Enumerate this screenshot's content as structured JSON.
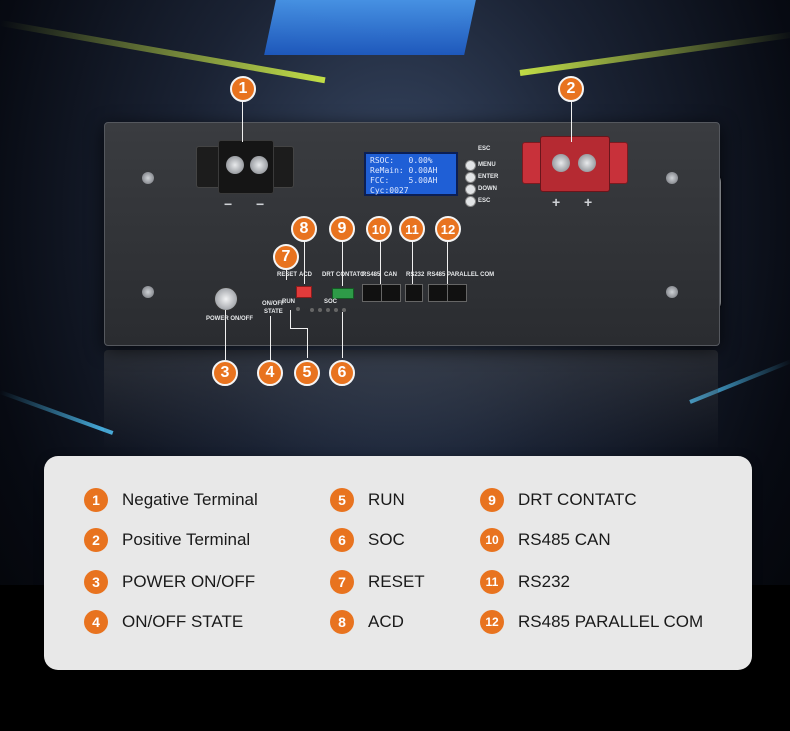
{
  "device": {
    "lcd_lines": [
      "RSOC:   0.00%",
      "ReMain: 0.00AH",
      "FCC:    5.00AH",
      "Cyc:0027"
    ],
    "side_buttons": [
      "MENU",
      "ENTER",
      "DOWN",
      "ESC"
    ],
    "esc_top_label": "ESC",
    "negative_signs": [
      "−",
      "−"
    ],
    "positive_signs": [
      "+",
      "+"
    ],
    "panel_labels": {
      "reset": "RESET",
      "acd": "ACD",
      "run": "RUN",
      "drt": "DRT CONTATC",
      "rs485": "RS485",
      "can": "CAN",
      "rs232": "RS232",
      "parallel": "RS485 PARALLEL COM",
      "power": "POWER ON/OFF",
      "onoff_state_1": "ON/OFF",
      "onoff_state_2": "STATE",
      "soc": "SOC"
    }
  },
  "badges": [
    "1",
    "2",
    "3",
    "4",
    "5",
    "6",
    "7",
    "8",
    "9",
    "10",
    "11",
    "12"
  ],
  "legend": [
    {
      "num": "1",
      "label": "Negative Terminal"
    },
    {
      "num": "2",
      "label": "Positive Terminal"
    },
    {
      "num": "3",
      "label": "POWER ON/OFF"
    },
    {
      "num": "4",
      "label": "ON/OFF STATE"
    },
    {
      "num": "5",
      "label": "RUN"
    },
    {
      "num": "6",
      "label": "SOC"
    },
    {
      "num": "7",
      "label": "RESET"
    },
    {
      "num": "8",
      "label": "ACD"
    },
    {
      "num": "9",
      "label": "DRT CONTATC"
    },
    {
      "num": "10",
      "label": "RS485 CAN"
    },
    {
      "num": "11",
      "label": "RS232"
    },
    {
      "num": "12",
      "label": "RS485 PARALLEL COM"
    }
  ],
  "colors": {
    "accent": "#e8731f",
    "lcd": "#1f5fd6",
    "positive_terminal": "#c8313a",
    "negative_terminal": "#1c1c1c"
  }
}
